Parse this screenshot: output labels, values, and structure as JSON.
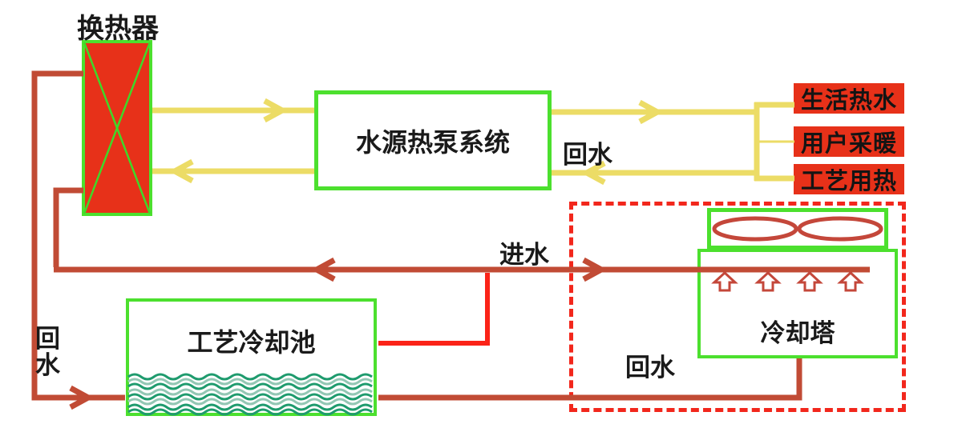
{
  "nodes": {
    "heat_exchanger": {
      "label": "换热器"
    },
    "heat_pump": {
      "label": "水源热泵系统"
    },
    "loads": [
      {
        "label": "生活热水"
      },
      {
        "label": "用户采暖"
      },
      {
        "label": "工艺用热"
      }
    ],
    "cooling_pool": {
      "label": "工艺冷却池"
    },
    "cooling_tower": {
      "label": "冷却塔"
    }
  },
  "flow_labels": {
    "heat_pump_return": "回水",
    "inlet_water": "进水",
    "pool_return": "回\n水",
    "tower_return": "回水"
  },
  "colors": {
    "pipe_red": "#c14b35",
    "connector_red": "#fb2318",
    "fill_red": "#e73119",
    "pipe_yellow": "#ecdc66",
    "border_green": "#4ce02e",
    "cross_green": "#3fd829",
    "wave_dark": "#1f9b6e",
    "wave_light": "#93c7b4",
    "fan_red": "#c4473a",
    "dotted_red": "#f2271c",
    "text": "#1a1a1a"
  }
}
